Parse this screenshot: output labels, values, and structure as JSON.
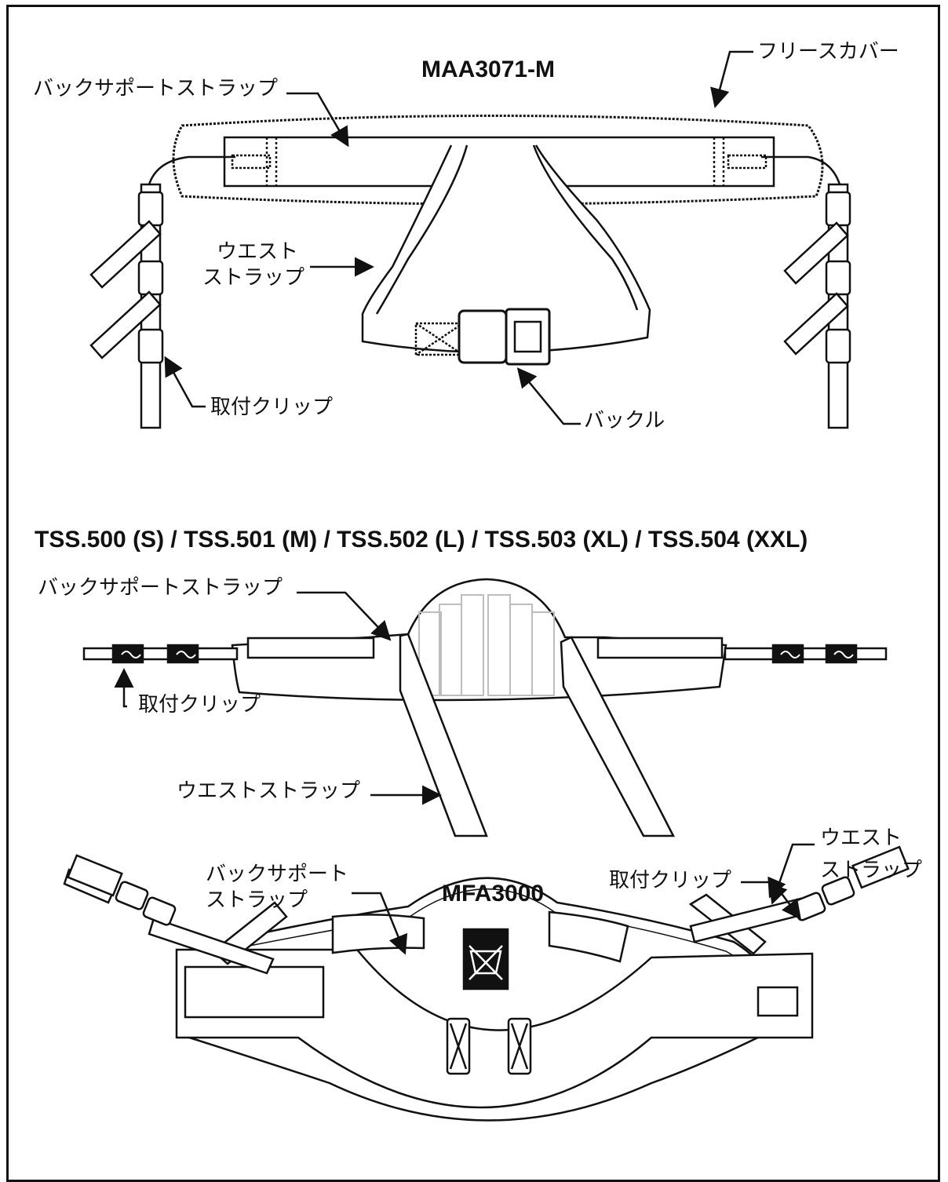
{
  "sections": {
    "top": {
      "title": "MAA3071-M",
      "labels": {
        "fleece": "フリースカバー",
        "back_strap": "バックサポートストラップ",
        "waist_line1": "ウエスト",
        "waist_line2": "ストラップ",
        "clip": "取付クリップ",
        "buckle": "バックル"
      }
    },
    "middle": {
      "title": "TSS.500 (S) / TSS.501 (M) / TSS.502 (L) / TSS.503 (XL) / TSS.504 (XXL)",
      "labels": {
        "back_strap": "バックサポートストラップ",
        "clip": "取付クリップ",
        "waist": "ウエストストラップ"
      }
    },
    "bottom": {
      "title": "MFA3000",
      "labels": {
        "back_line1": "バックサポート",
        "back_line2": "ストラップ",
        "clip": "取付クリップ",
        "waist_line1": "ウエスト",
        "waist_line2": "ストラップ"
      }
    }
  },
  "colors": {
    "ink": "#111111",
    "panel_gray": "#e6e6e6",
    "strap_gray": "#bdbdbd"
  }
}
